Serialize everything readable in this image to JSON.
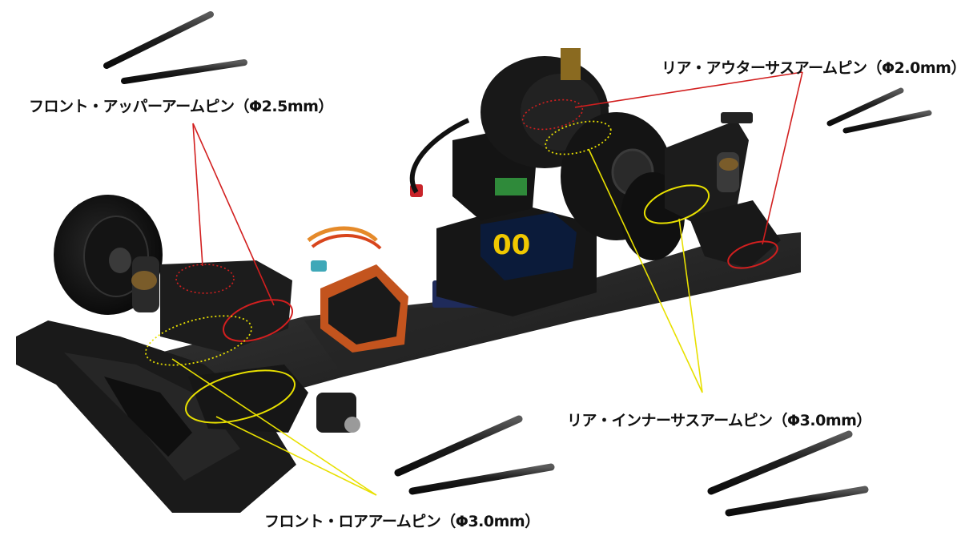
{
  "labels": {
    "front_upper_arm_pin": "フロント・アッパーアームピン（Φ2.5mm）",
    "rear_outer_sus_arm_pin": "リア・アウターサスアームピン（Φ2.0mm）",
    "rear_inner_sus_arm_pin": "リア・インナーサスアームピン（Φ3.0mm）",
    "front_lower_arm_pin": "フロント・ロアアームピン（Φ3.0mm）"
  },
  "colors": {
    "upper_callout": "#d21f1f",
    "lower_callout": "#e8e000",
    "chassis": "#1a1a1a",
    "pin": "#1b1b1b"
  }
}
